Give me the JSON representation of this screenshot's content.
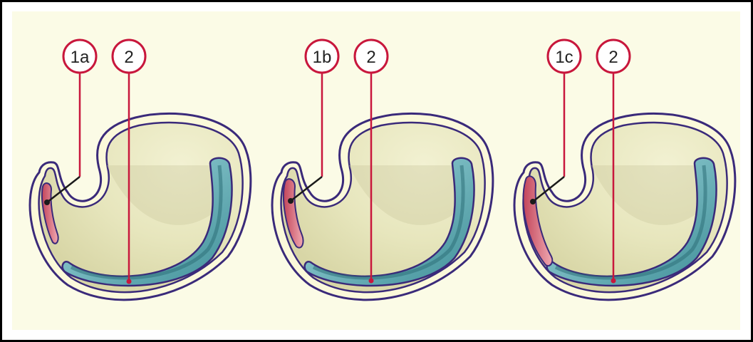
{
  "diagram": {
    "stages": [
      {
        "id": "a",
        "labels": [
          {
            "text": "1a"
          },
          {
            "text": "2"
          }
        ]
      },
      {
        "id": "b",
        "labels": [
          {
            "text": "1b"
          },
          {
            "text": "2"
          }
        ]
      },
      {
        "id": "c",
        "labels": [
          {
            "text": "1c"
          },
          {
            "text": "2"
          }
        ]
      }
    ],
    "colors": {
      "background": "#fbfbe6",
      "outline": "#3a2a7a",
      "label_line": "#c8173c",
      "red_structure": "#d9707c",
      "blue_tube": "#6fb6c0",
      "shell_fill": "#ecebc4"
    }
  }
}
